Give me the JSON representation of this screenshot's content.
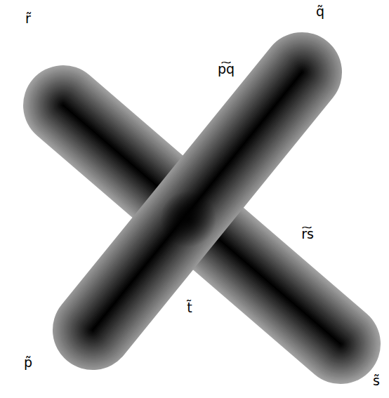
{
  "diagram": {
    "labels": [
      "r̃",
      "q̃",
      "p͠q",
      "r͠s",
      "t̃",
      "p̃",
      "s̃"
    ]
  }
}
